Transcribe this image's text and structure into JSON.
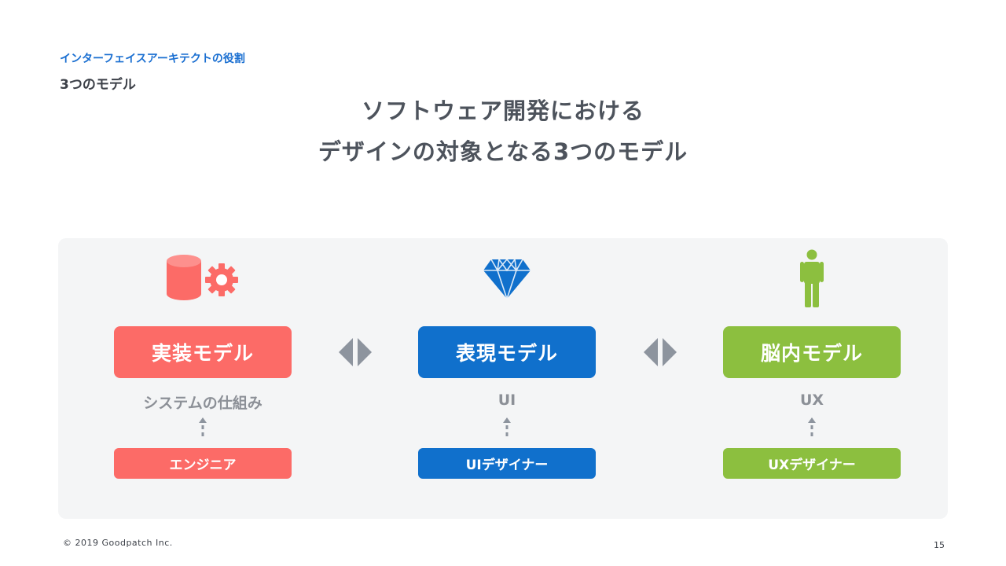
{
  "header": {
    "breadcrumb": "インターフェイスアーキテクトの役割",
    "subtitle": "3つのモデル"
  },
  "title": {
    "line1": "ソフトウェア開発における",
    "line2": "デザインの対象となる3つのモデル"
  },
  "models": [
    {
      "icon": "database-gear-icon",
      "label": "実装モデル",
      "caption": "システムの仕組み",
      "role": "エンジニア",
      "color": "#fc6b67"
    },
    {
      "icon": "diamond-icon",
      "label": "表現モデル",
      "caption": "UI",
      "role": "UIデザイナー",
      "color": "#1070cc"
    },
    {
      "icon": "person-icon",
      "label": "脳内モデル",
      "caption": "UX",
      "role": "UXデザイナー",
      "color": "#8cbf3f"
    }
  ],
  "colors": {
    "panel_bg": "#f4f5f6",
    "arrow_gray": "#8d949e",
    "breadcrumb_blue": "#1a6fd1"
  },
  "footer": {
    "copyright": "© 2019 Goodpatch Inc.",
    "page_number": "15"
  }
}
